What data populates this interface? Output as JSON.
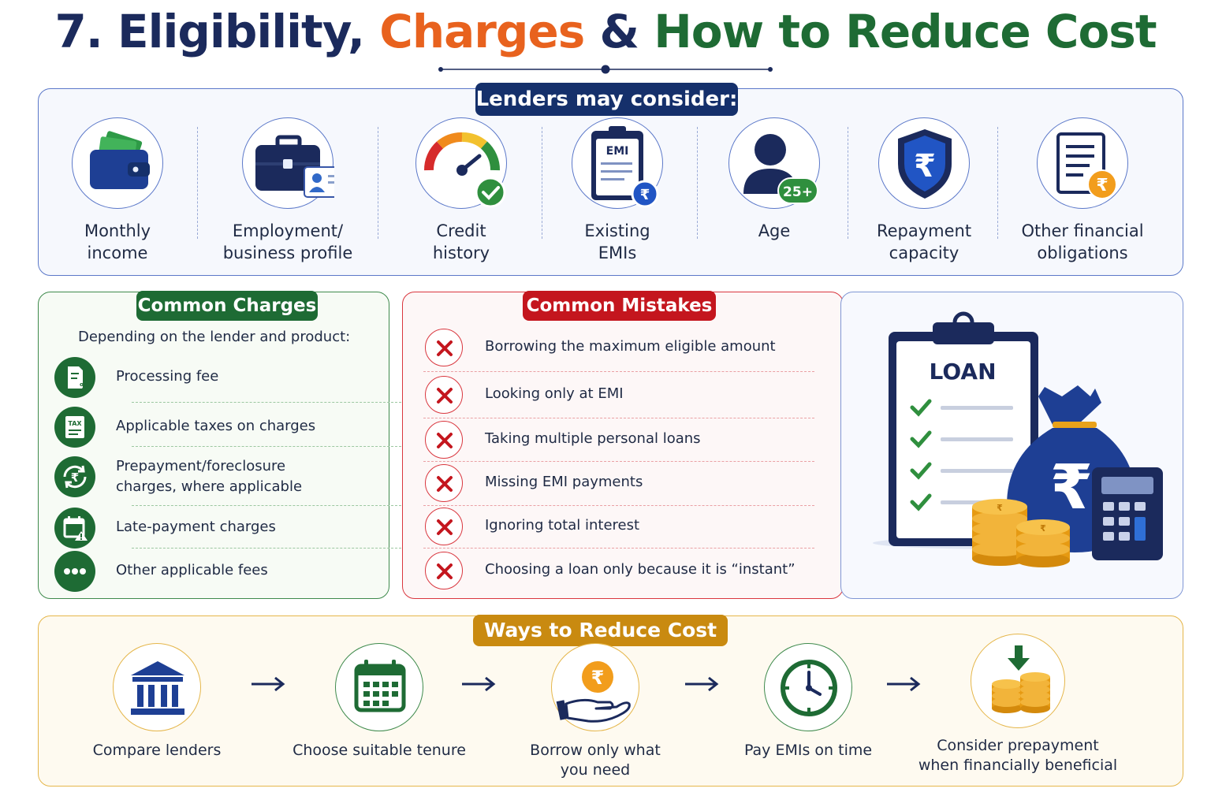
{
  "title": {
    "part1": "7. Eligibility,",
    "part2": "Charges",
    "part3": "&",
    "part4": "How to Reduce Cost"
  },
  "lenders": {
    "heading": "Lenders may consider:",
    "factors": [
      {
        "label_line1": "Monthly",
        "label_line2": "income",
        "icon": "wallet-icon"
      },
      {
        "label_line1": "Employment/",
        "label_line2": "business profile",
        "icon": "briefcase-icon"
      },
      {
        "label_line1": "Credit",
        "label_line2": "history",
        "icon": "credit-gauge-icon"
      },
      {
        "label_line1": "Existing",
        "label_line2": "EMIs",
        "icon": "emi-clipboard-icon",
        "icon_text": "EMI"
      },
      {
        "label_line1": "Age",
        "label_line2": "",
        "icon": "person-icon",
        "badge": "25+"
      },
      {
        "label_line1": "Repayment",
        "label_line2": "capacity",
        "icon": "rupee-shield-icon"
      },
      {
        "label_line1": "Other financial",
        "label_line2": "obligations",
        "icon": "document-rupee-icon"
      }
    ]
  },
  "charges": {
    "heading": "Common Charges",
    "subtitle": "Depending on the lender and product:",
    "items": [
      {
        "line1": "Processing fee",
        "line2": "",
        "icon": "percent-document-icon"
      },
      {
        "line1": "Applicable taxes on charges",
        "line2": "",
        "icon": "tax-document-icon",
        "icon_text": "TAX"
      },
      {
        "line1": "Prepayment/foreclosure",
        "line2": "charges, where applicable",
        "icon": "rupee-cycle-icon"
      },
      {
        "line1": "Late-payment charges",
        "line2": "",
        "icon": "calendar-warning-icon"
      },
      {
        "line1": "Other applicable fees",
        "line2": "",
        "icon": "more-dots-icon"
      }
    ]
  },
  "mistakes": {
    "heading": "Common Mistakes",
    "items": [
      "Borrowing the maximum eligible amount",
      "Looking only at EMI",
      "Taking multiple personal loans",
      "Missing EMI payments",
      "Ignoring total interest",
      "Choosing a loan only because it is “instant”"
    ]
  },
  "illustration": {
    "clipboard_title": "LOAN"
  },
  "reduce": {
    "heading": "Ways to Reduce Cost",
    "steps": [
      {
        "line1": "Compare lenders",
        "line2": "",
        "icon": "bank-icon"
      },
      {
        "line1": "Choose suitable tenure",
        "line2": "",
        "icon": "calendar-icon"
      },
      {
        "line1": "Borrow only what",
        "line2": "you need",
        "icon": "hand-rupee-coin-icon"
      },
      {
        "line1": "Pay EMIs on time",
        "line2": "",
        "icon": "clock-icon"
      },
      {
        "line1": "Consider prepayment",
        "line2": "when financially beneficial",
        "icon": "coins-down-arrow-icon"
      }
    ]
  },
  "colors": {
    "navy": "#15306b",
    "orange": "#e8621e",
    "green": "#1e6b34",
    "red": "#c4161e",
    "gold": "#c98a10"
  }
}
